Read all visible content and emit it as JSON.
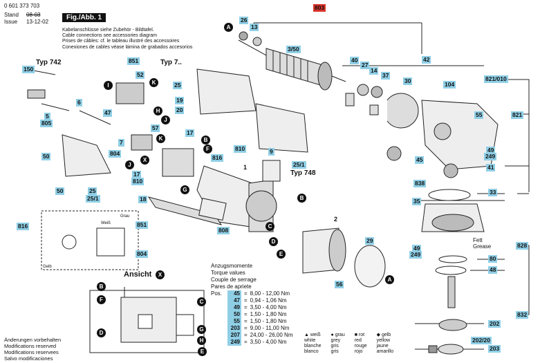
{
  "header": {
    "doc_number": "0 601 373 703",
    "stand_label": "Stand",
    "stand_value": "08-03",
    "issue_label": "Issue",
    "issue_value": "13-12-02",
    "fig_label": "Fig./Abb. 1"
  },
  "notes": [
    "Kabelanschlüsse siehe Zubehör - Bildtafel.",
    "Cable connections see accessories diagram",
    "Prises de câbles: cf. le tableau illustré des accessoires",
    "Conexiones de cables véase lámina de grabados accesorios"
  ],
  "types": {
    "t742": "Typ 742",
    "t7": "Typ 7..",
    "t748": "Typ 748"
  },
  "labels": {
    "p803": "803",
    "p26": "26",
    "p13": "13",
    "p3_50": "3/50",
    "p40": "40",
    "p27": "27",
    "p14": "14",
    "p37": "37",
    "p30": "30",
    "p42": "42",
    "p821_010": "821/010",
    "p104": "104",
    "p821": "821",
    "p55": "55",
    "p49a": "49",
    "p249a": "249",
    "p41": "41",
    "p45": "45",
    "p838": "838",
    "p33": "33",
    "p35": "35",
    "p828": "828",
    "p49b": "49",
    "p249b": "249",
    "p80": "80",
    "p48": "48",
    "p832": "832",
    "p202": "202",
    "p202_20": "202/20",
    "p203": "203",
    "p150": "150",
    "p851a": "851",
    "p52": "52",
    "p25a": "25",
    "p19": "19",
    "p20": "20",
    "p5": "5",
    "p805": "805",
    "p6": "6",
    "p47": "47",
    "p57": "57",
    "p7": "7",
    "p804a": "804",
    "p17a": "17",
    "p810a": "810",
    "p816a": "816",
    "p9": "9",
    "p25_1a": "25/1",
    "p17b": "17",
    "p810b": "810",
    "p50a": "50",
    "p50b": "50",
    "p25b": "25",
    "p25_1b": "25/1",
    "p1": "1",
    "p18": "18",
    "p808": "808",
    "p816b": "816",
    "p851b": "851",
    "p804b": "804",
    "p2": "2",
    "p29": "29",
    "p56": "56"
  },
  "circles": {
    "A1": "A",
    "A2": "A",
    "B1": "B",
    "B2": "B",
    "B3": "B",
    "C1": "C",
    "C2": "C",
    "D1": "D",
    "D2": "D",
    "E1": "E",
    "E2": "E",
    "F1": "F",
    "F2": "F",
    "G1": "G",
    "G2": "G",
    "H1": "H",
    "H2": "H",
    "I1": "I",
    "J1": "J",
    "J2": "J",
    "K1": "K",
    "K2": "K",
    "X1": "X",
    "X2": "X"
  },
  "small_text": {
    "fett": "Fett",
    "grease": "Grease",
    "grau": "Grau",
    "weis": "Weiß",
    "gelb": "Gelb"
  },
  "ansicht": "Ansicht",
  "torque": {
    "headings": [
      "Anzugsmomente",
      "Torque values",
      "Couple de serrage",
      "Pares de apriete"
    ],
    "pos_label": "Pos.",
    "rows": [
      {
        "pos": "45",
        "eq": "=",
        "range": "8,00 - 12,00 Nm"
      },
      {
        "pos": "47",
        "eq": "=",
        "range": "0,94 - 1,06 Nm"
      },
      {
        "pos": "49",
        "eq": "=",
        "range": "3,50 - 4,00 Nm"
      },
      {
        "pos": "50",
        "eq": "=",
        "range": "1,50 - 1,80 Nm"
      },
      {
        "pos": "55",
        "eq": "=",
        "range": "1,50 - 1,80 Nm"
      },
      {
        "pos": "203",
        "eq": "=",
        "range": "9,00 - 11,00 Nm"
      },
      {
        "pos": "207",
        "eq": "=",
        "range": "24,00 - 26,00 Nm"
      },
      {
        "pos": "249",
        "eq": "=",
        "range": "3,50 - 4,00 Nm"
      }
    ]
  },
  "changes": [
    "Änderungen vorbehalten",
    "Modifications reserved",
    "Modifications reservees",
    "Salvo modificaciones"
  ],
  "color_legend": [
    {
      "symbol": "▲",
      "lines": [
        "weiß",
        "white",
        "blanche",
        "blanco"
      ]
    },
    {
      "symbol": "●",
      "lines": [
        "grau",
        "grey",
        "gris",
        "gris"
      ]
    },
    {
      "symbol": "■",
      "lines": [
        "rot",
        "red",
        "rouge",
        "rojo"
      ]
    },
    {
      "symbol": "◆",
      "lines": [
        "gelb",
        "yellow",
        "jaune",
        "amarillo"
      ]
    }
  ],
  "colors": {
    "label_bg": "#8fcfe6",
    "highlight": "#d9342b"
  }
}
